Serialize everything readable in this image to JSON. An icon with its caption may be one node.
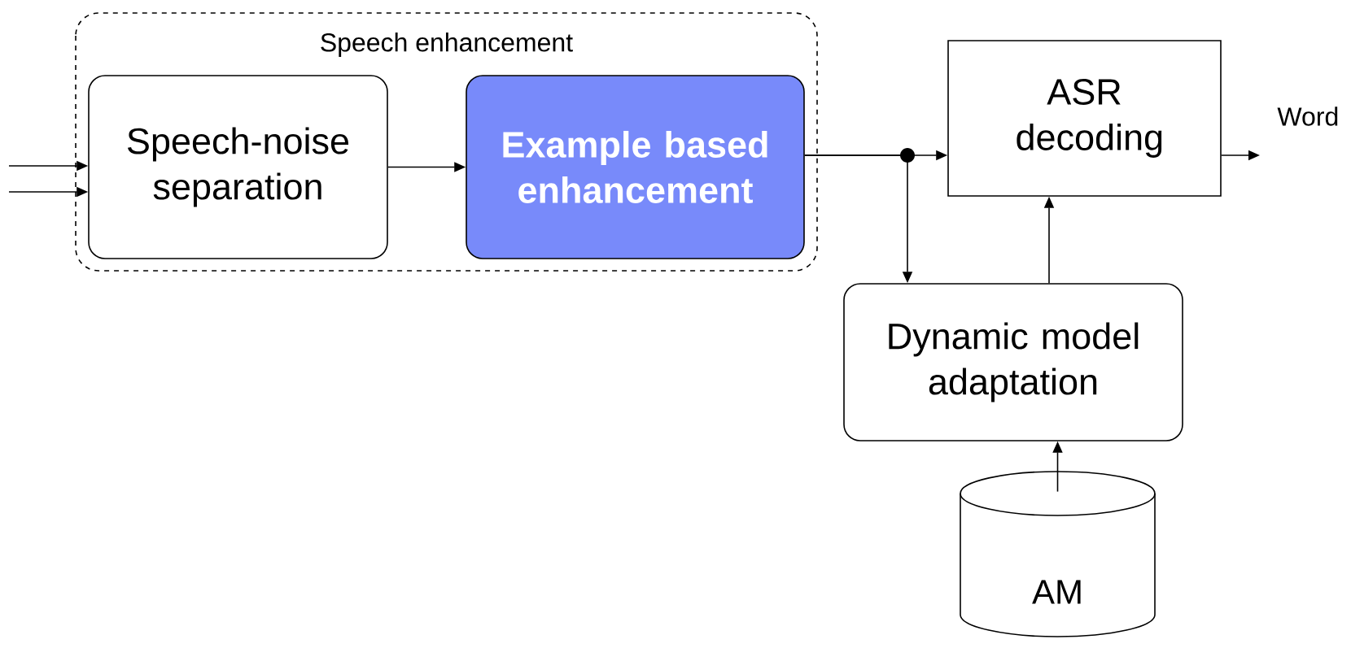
{
  "diagram": {
    "nodes": [
      {
        "text": [
          "Speech enhancement"
        ]
      },
      {
        "text": [
          "Speech-noise separation"
        ],
        "in": 0
      },
      {
        "text": [
          "Example based enhancement"
        ],
        "in": 0
      },
      {
        "text": [
          "ASR decoding"
        ]
      },
      {
        "text": [
          "Dynamic model adaptation"
        ]
      },
      {
        "text": [
          "AM"
        ]
      }
    ],
    "edges": [
      {
        "from": null,
        "to": 1,
        "arrow": "to"
      },
      {
        "from": null,
        "to": 1,
        "arrow": "to"
      },
      {
        "from": 1,
        "to": 2,
        "arrow": "to"
      },
      {
        "from": 2,
        "to": 3,
        "arrow": "to"
      },
      {
        "from": 2,
        "to": 4,
        "arrow": "to"
      },
      {
        "from": 5,
        "to": 4,
        "arrow": "to"
      },
      {
        "from": 4,
        "to": 3,
        "arrow": "to"
      },
      {
        "from": 3,
        "to": null,
        "arrow": "to"
      }
    ],
    "labels": [
      "Word"
    ]
  }
}
